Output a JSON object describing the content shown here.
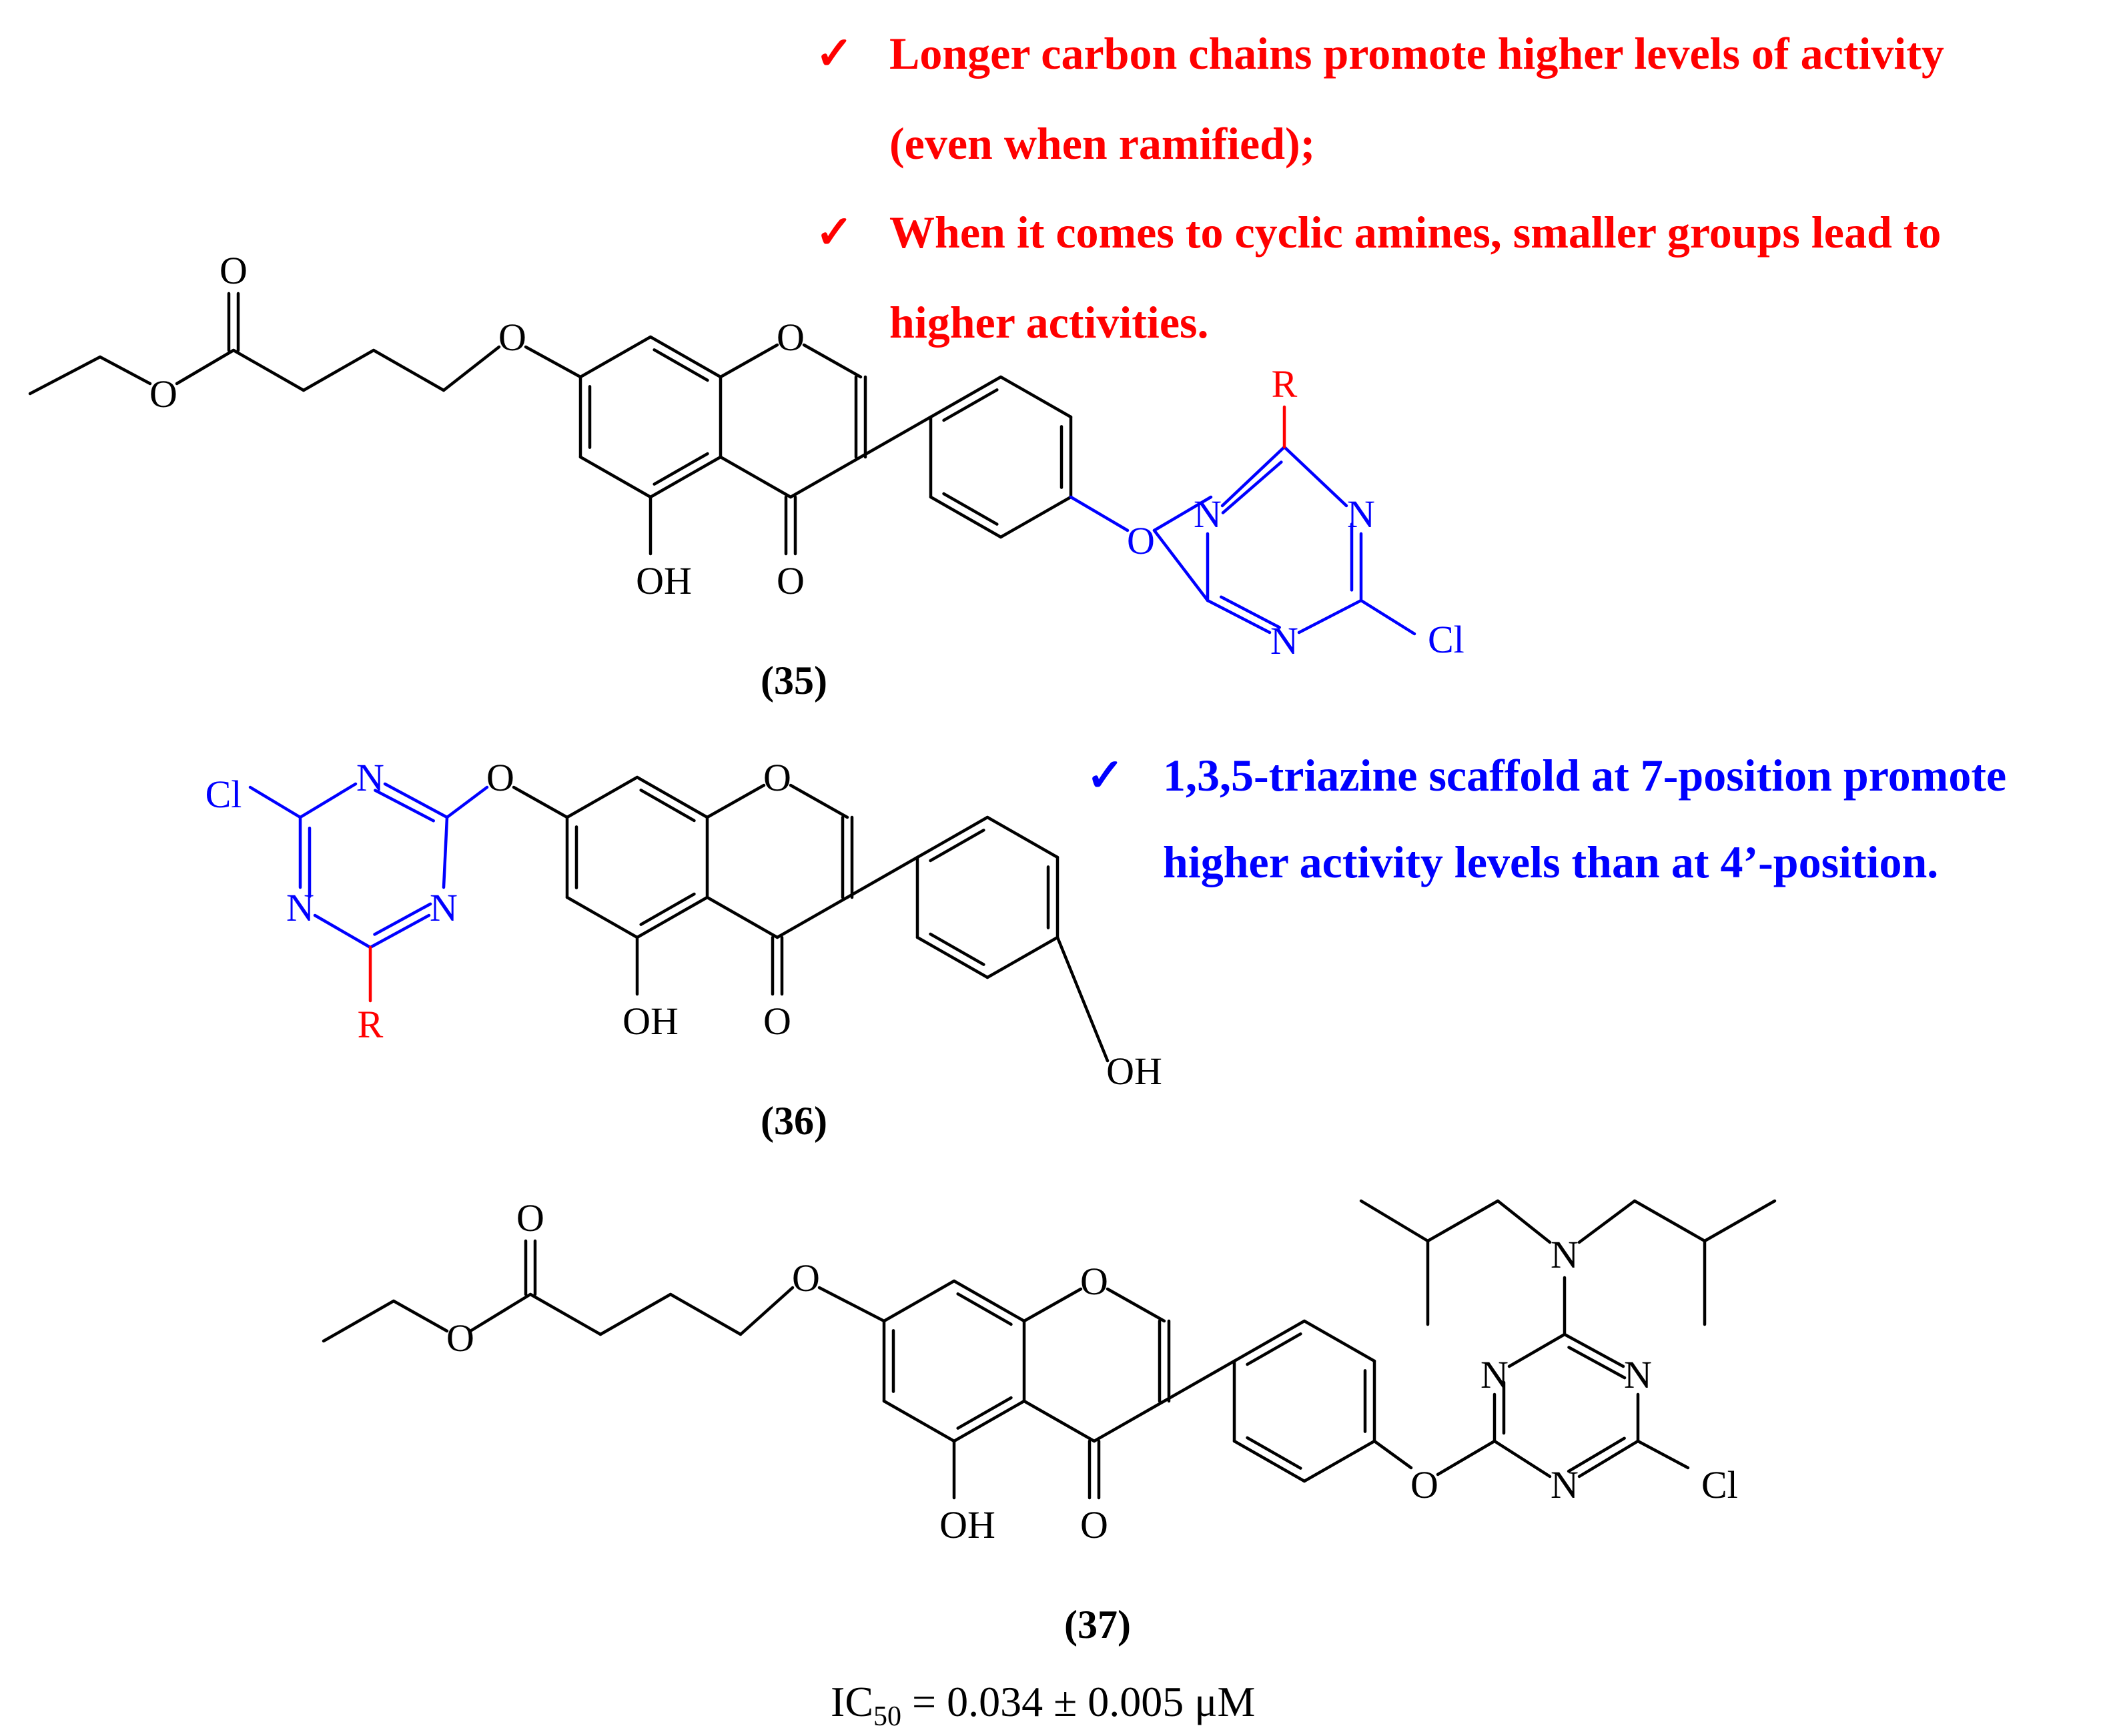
{
  "colors": {
    "black": "#000000",
    "red": "#ff0000",
    "blue": "#0000ff"
  },
  "notes": {
    "red_1_line1": "Longer carbon chains promote higher levels of activity",
    "red_1_line2": "(even when ramified);",
    "red_2_line1": "When it comes to cyclic amines, smaller groups lead to",
    "red_2_line2": "higher activities.",
    "blue_1_line1": "1,3,5-triazine scaffold at 7-position promote",
    "blue_1_line2": "higher activity levels than at 4’-position.",
    "check_symbol": "✓"
  },
  "compounds": {
    "c35": {
      "label": "(35)"
    },
    "c36": {
      "label": "(36)"
    },
    "c37": {
      "label": "(37)",
      "ic50_prefix": "IC",
      "ic50_sub": "50",
      "ic50_value": " = 0.034 ± 0.005 μM"
    }
  },
  "atoms": {
    "O": "O",
    "OH": "OH",
    "N": "N",
    "Cl": "Cl",
    "R": "R"
  }
}
